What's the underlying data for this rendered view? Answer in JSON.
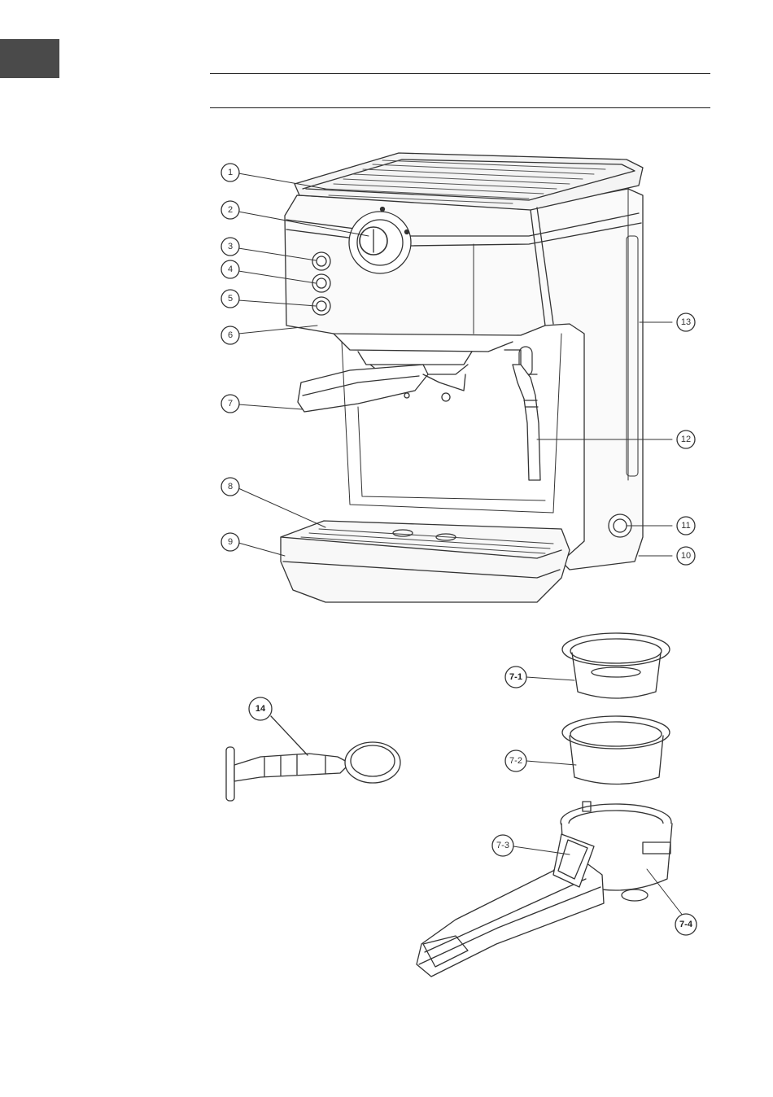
{
  "page": {
    "tab_color": "#4a4a4a",
    "line_color": "#1a1a1a"
  },
  "machine_callouts": [
    "1",
    "2",
    "3",
    "4",
    "5",
    "6",
    "7",
    "8",
    "9",
    "10",
    "11",
    "12",
    "13"
  ],
  "accessory_callouts": {
    "tamper": "14",
    "filter_single": "7-1",
    "filter_double": "7-2",
    "filter_clip": "7-3",
    "portafilter": "7-4"
  }
}
